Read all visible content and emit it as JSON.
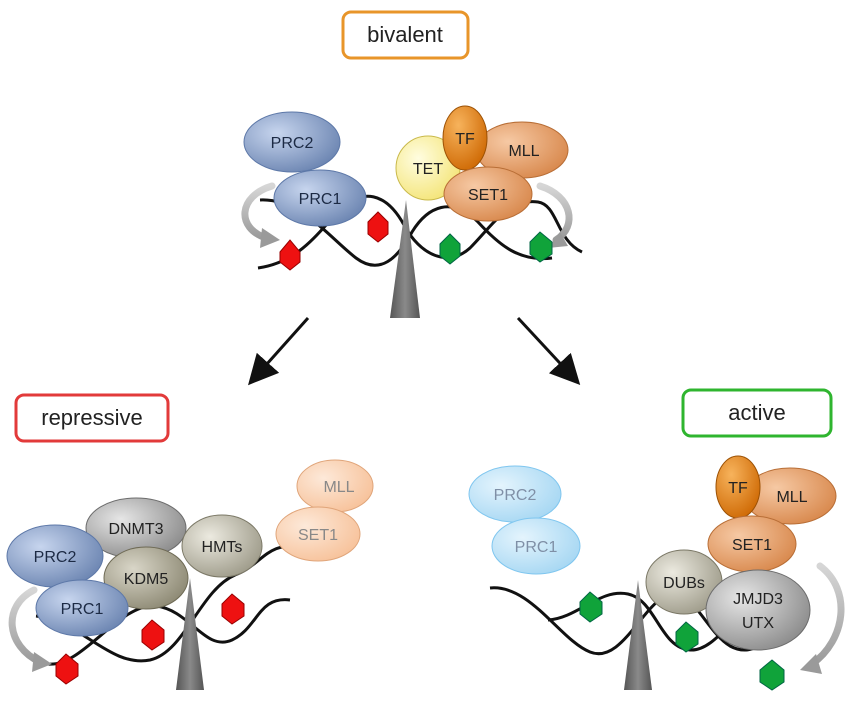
{
  "states": {
    "bivalent": {
      "label": "bivalent",
      "color": "#e8952a"
    },
    "repressive": {
      "label": "repressive",
      "color": "#e23a3a"
    },
    "active": {
      "label": "active",
      "color": "#2fb52f"
    }
  },
  "bivalent": {
    "prc2": "PRC2",
    "prc1": "PRC1",
    "tet": "TET",
    "tf": "TF",
    "mll": "MLL",
    "set1": "SET1"
  },
  "repressive": {
    "prc2": "PRC2",
    "prc1": "PRC1",
    "dnmt3": "DNMT3",
    "kdm5": "KDM5",
    "hmts": "HMTs",
    "mll": "MLL",
    "set1": "SET1"
  },
  "active": {
    "prc2": "PRC2",
    "prc1": "PRC1",
    "tf": "TF",
    "mll": "MLL",
    "set1": "SET1",
    "dubs": "DUBs",
    "jmjd3": "JMJD3",
    "utx": "UTX"
  },
  "colors": {
    "polycomb": "#7f97c1",
    "polycomb_faded": "#bfe3f7",
    "trithorax": "#e29a66",
    "trithorax_faded": "#f9d2b3",
    "tf": "#e07b12",
    "tet": "#fdf4a8",
    "grey_complex": "#a9a9a9",
    "repressive_mark": "#ee1111",
    "active_mark": "#10a33a"
  }
}
